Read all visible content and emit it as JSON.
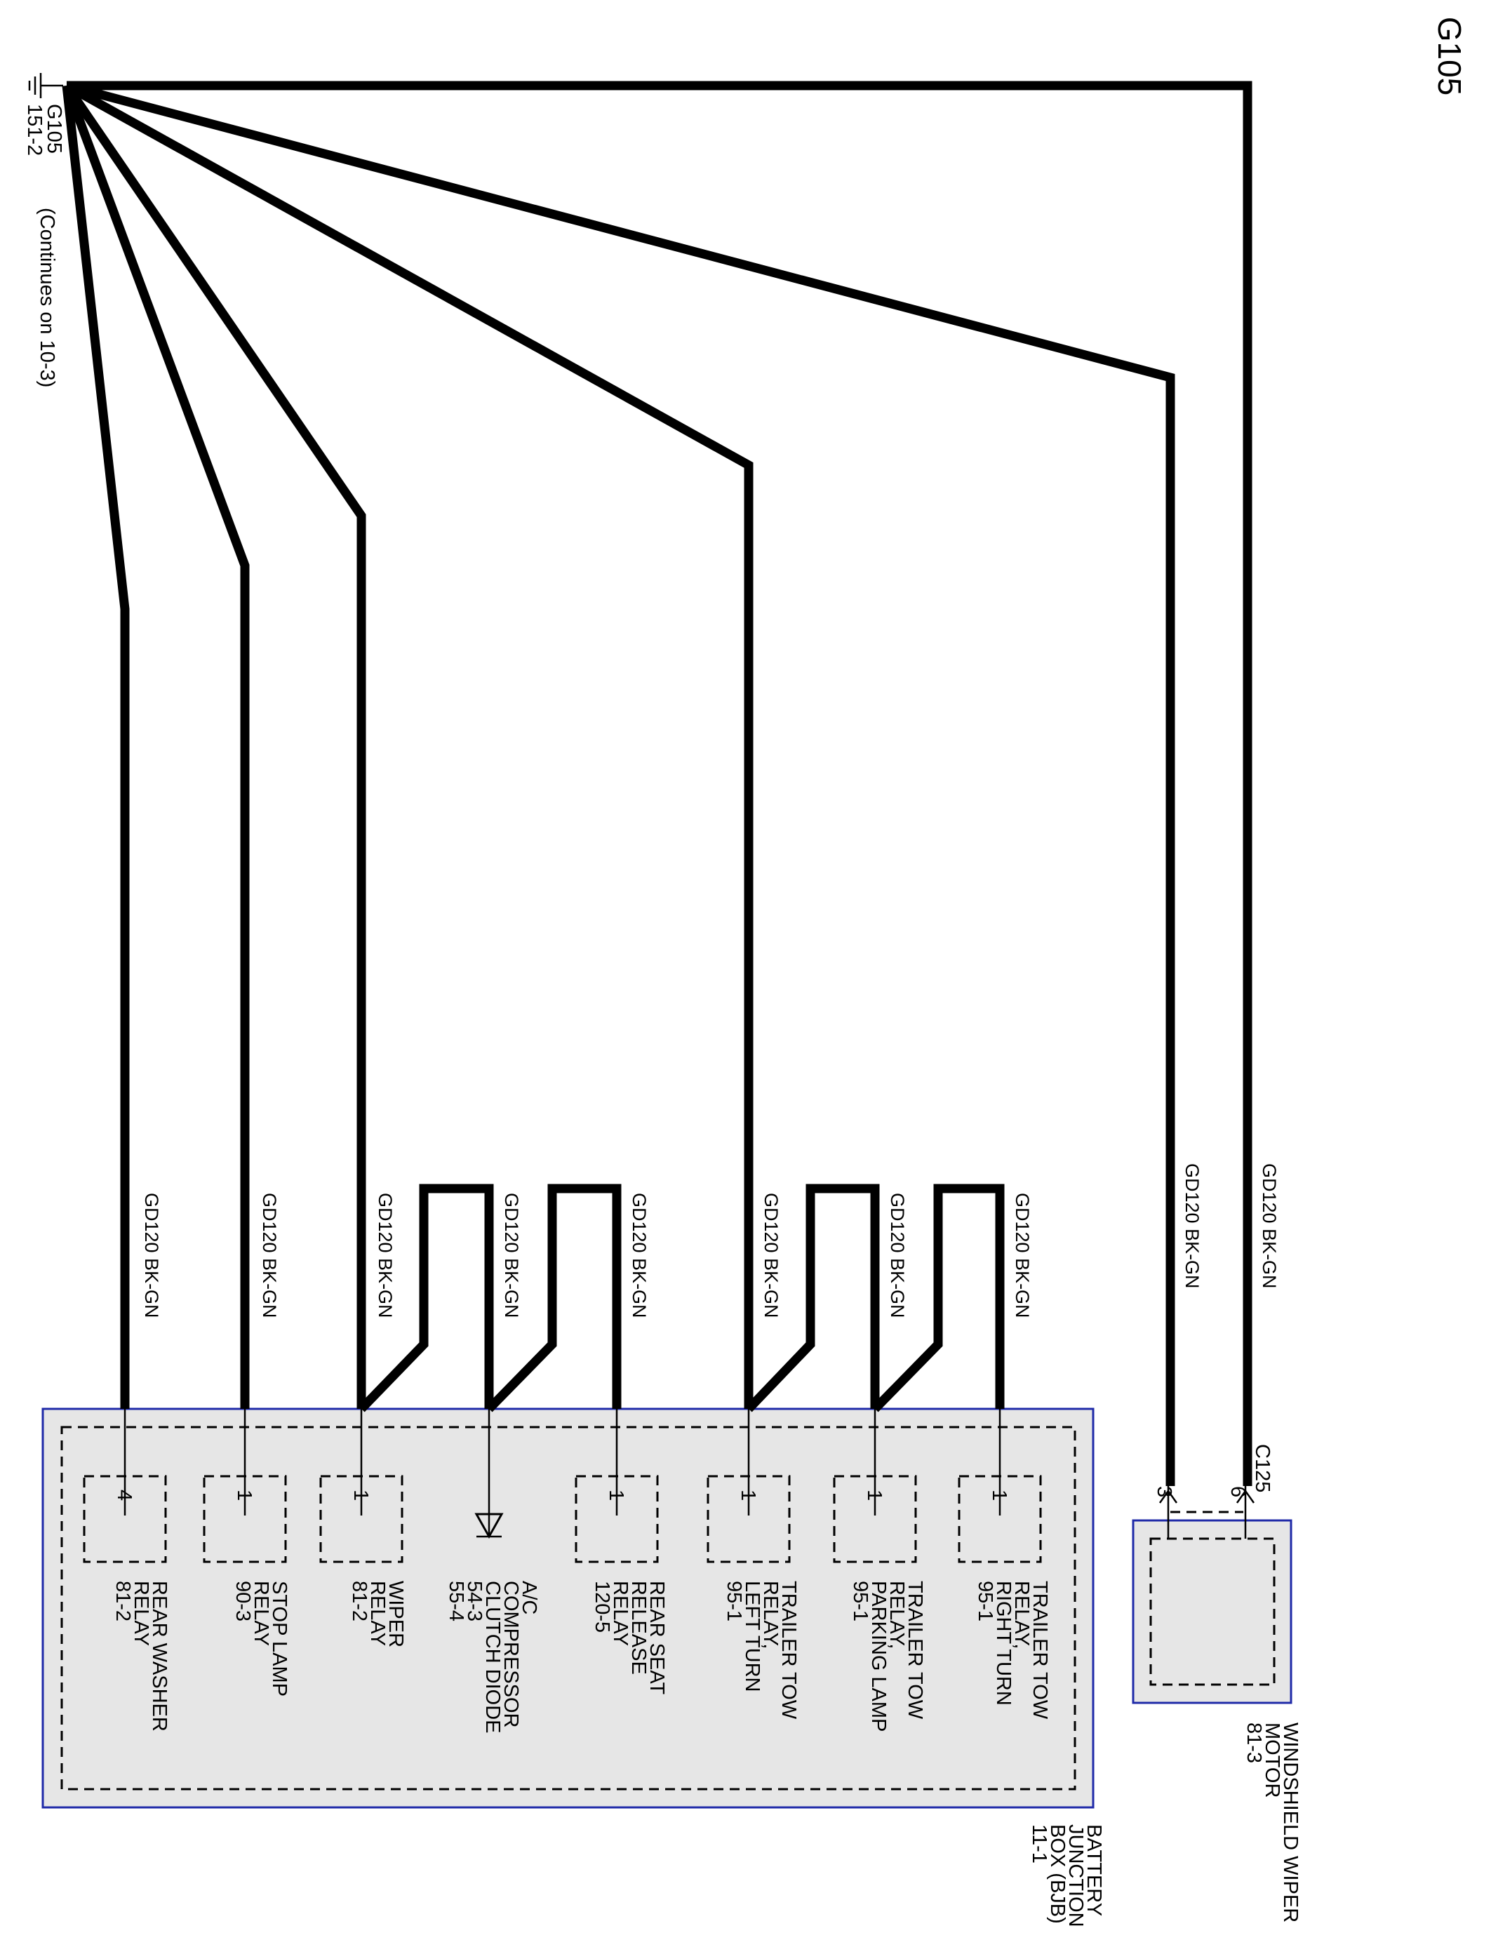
{
  "title": "G105",
  "ground": {
    "name": "G105",
    "ref": "151-2",
    "note": "(Continues on 10-3)"
  },
  "wire_label": "GD120  BK-GN",
  "junction_box": {
    "label_lines": [
      "BATTERY",
      "JUNCTION",
      "BOX (BJB)",
      "11-1"
    ],
    "pins": [
      {
        "pin": "4",
        "lines": [
          "REAR WASHER",
          "RELAY",
          "81-2"
        ]
      },
      {
        "pin": "1",
        "lines": [
          "STOP LAMP",
          "RELAY",
          "90-3"
        ]
      },
      {
        "pin": "1",
        "lines": [
          "WIPER",
          "RELAY",
          "81-2"
        ]
      },
      {
        "pin": "",
        "lines": [
          "A/C",
          "COMPRESSOR",
          "CLUTCH DIODE",
          "54-3",
          "55-4"
        ]
      },
      {
        "pin": "1",
        "lines": [
          "REAR SEAT",
          "RELEASE",
          "RELAY",
          "120-5"
        ]
      },
      {
        "pin": "1",
        "lines": [
          "TRAILER TOW",
          "RELAY,",
          "LEFT TURN",
          "95-1"
        ]
      },
      {
        "pin": "1",
        "lines": [
          "TRAILER TOW",
          "RELAY,",
          "PARKING LAMP",
          "95-1"
        ]
      },
      {
        "pin": "1",
        "lines": [
          "TRAILER TOW",
          "RELAY,",
          "RIGHT TURN",
          "95-1"
        ]
      }
    ]
  },
  "wiper_motor": {
    "label_lines": [
      "WINDSHIELD WIPER",
      "MOTOR",
      "81-3"
    ],
    "connector": "C125",
    "pin_a": "3",
    "pin_b": "6"
  },
  "colors": {
    "box_fill": "#e6e6e6",
    "box_border": "#1f2aa8",
    "wire": "#000000"
  }
}
